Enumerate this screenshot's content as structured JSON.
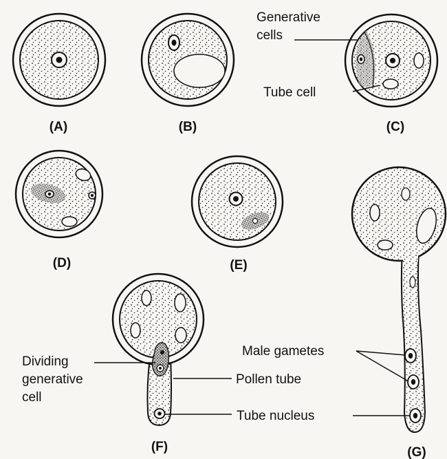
{
  "panels": {
    "a": "(A)",
    "b": "(B)",
    "c": "(C)",
    "d": "(D)",
    "e": "(E)",
    "f": "(F)",
    "g": "(G)"
  },
  "callouts": {
    "generative_line1": "Generative",
    "generative_line2": "cells",
    "tube_cell": "Tube cell",
    "dividing_line1": "Dividing",
    "dividing_line2": "generative",
    "dividing_line3": "cell",
    "pollen_tube": "Pollen tube",
    "male_gametes": "Male gametes",
    "tube_nucleus": "Tube nucleus"
  },
  "colors": {
    "ink": "#111111",
    "paper": "#f7f6f3",
    "stipple": "#222222"
  }
}
